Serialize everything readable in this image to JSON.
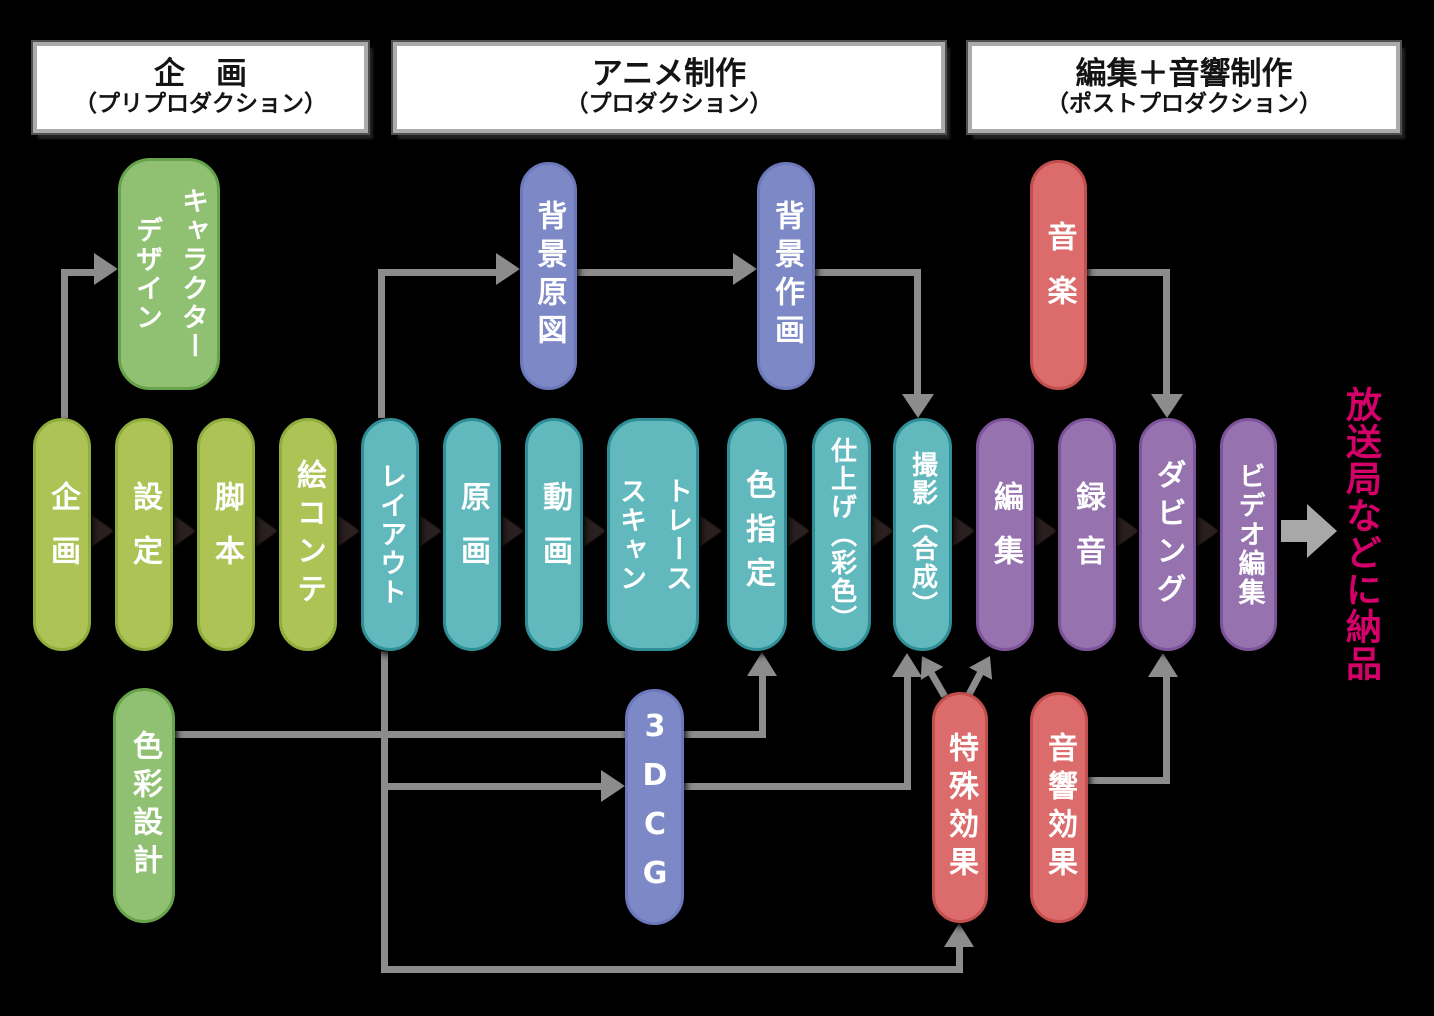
{
  "headers": [
    {
      "title": "企　画",
      "subtitle": "（プリプロダクション）"
    },
    {
      "title": "アニメ制作",
      "subtitle": "（プロダクション）"
    },
    {
      "title": "編集＋音響制作",
      "subtitle": "（ポストプロダクション）"
    }
  ],
  "pills": {
    "kikaku": "企画",
    "settei": "設定",
    "kyakuhon": "脚本",
    "ekonte": "絵コンテ",
    "layout": "レイアウト",
    "genga": "原画",
    "douga": "動画",
    "trace_scan": "トレース\nスキャン",
    "iro_shitei": "色指定",
    "shiage": "仕上げ（彩色）",
    "satsuei": "撮影（合成）",
    "henshu": "編集",
    "rokuon": "録音",
    "dubbing": "ダビング",
    "video_henshu": "ビデオ編集",
    "chara_design": "キャラクター\nデザイン",
    "haikei_genzu": "背景原図",
    "haikei_sakuga": "背景作画",
    "ongaku": "音楽",
    "shikisai_sekkei": "色彩設計",
    "cg3d": "3DCG",
    "tokushu_kouka": "特殊効果",
    "onkyo_kouka": "音響効果"
  },
  "output_label": "放送局などに納品",
  "palette": {
    "background": "#000000",
    "yellow_green_fill": "#aec355",
    "yellow_green_border": "#8fae3c",
    "green_fill": "#90c172",
    "green_border": "#67a34a",
    "teal_fill": "#62b9bd",
    "teal_border": "#2f8f96",
    "blue_fill": "#7d88c6",
    "blue_border": "#6c78bb",
    "red_fill": "#dc6c6c",
    "red_border": "#c24e4e",
    "purple_fill": "#9673ae",
    "purple_border": "#7e539c",
    "connector_gray": "#8c8c8c",
    "inter_pill_arrow": "#2a2020",
    "output_text": "#d6006b",
    "header_text": "#141414",
    "pill_text": "#ffffff"
  }
}
